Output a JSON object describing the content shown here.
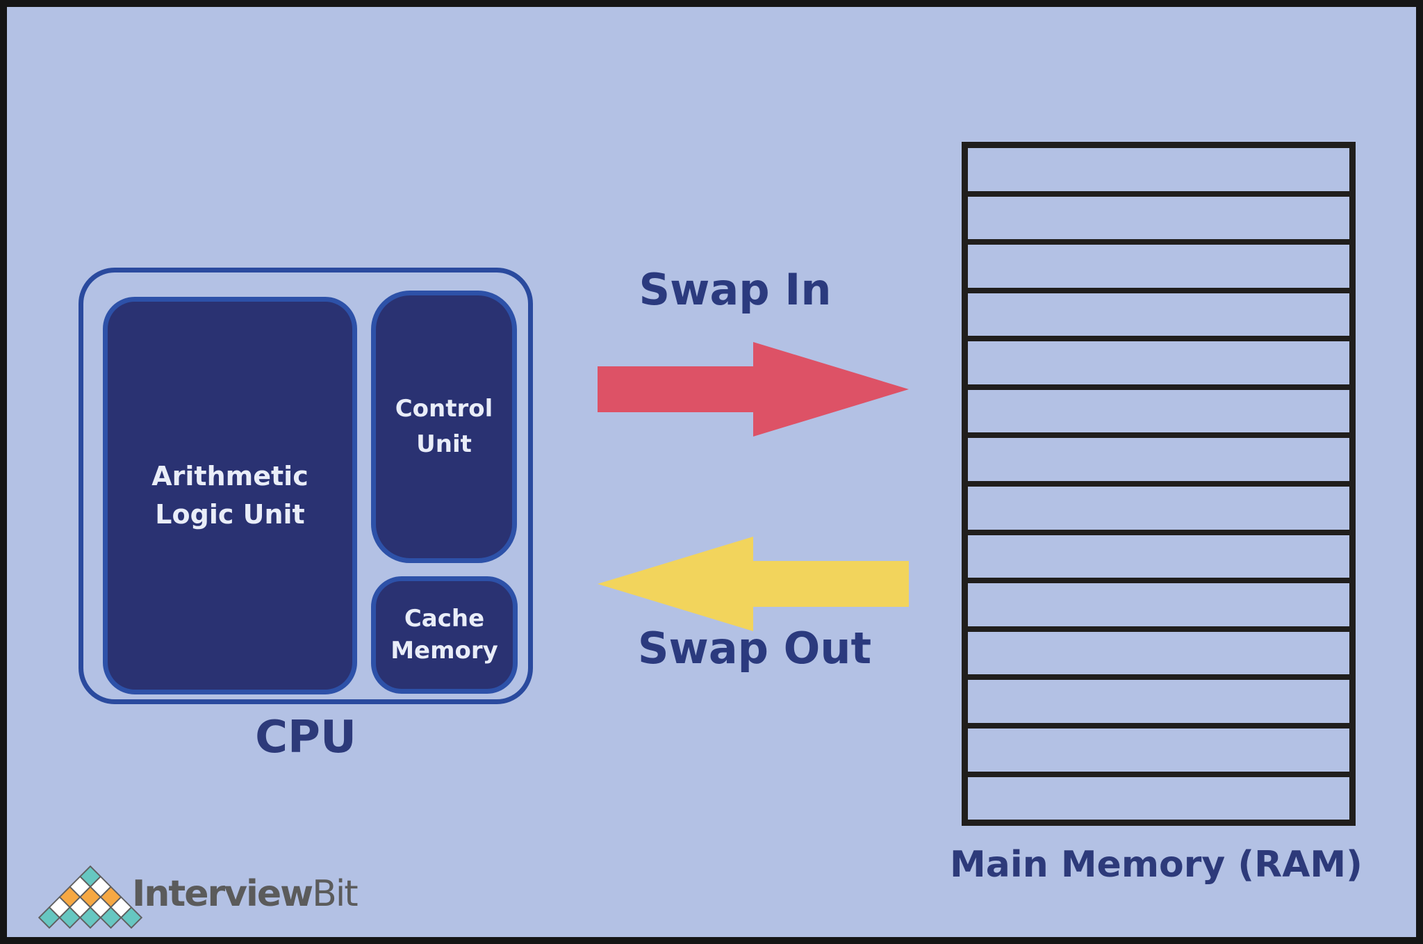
{
  "cpu": {
    "label": "CPU",
    "alu_label": "Arithmetic Logic Unit",
    "control_label": "Control Unit",
    "cache_label": "Cache Memory"
  },
  "arrows": {
    "swap_in": {
      "label": "Swap In",
      "color": "#dd5266"
    },
    "swap_out": {
      "label": "Swap Out",
      "color": "#f2d45c"
    }
  },
  "memory": {
    "label": "Main Memory (RAM)",
    "row_count": 14
  },
  "branding": {
    "name_bold": "Interview",
    "name_light": "Bit",
    "logo_pattern": [
      [
        "teal"
      ],
      [
        "white",
        "white"
      ],
      [
        "orange",
        "orange",
        "orange"
      ],
      [
        "white",
        "white",
        "white",
        "white"
      ],
      [
        "teal",
        "teal",
        "teal",
        "teal",
        "teal"
      ]
    ],
    "logo_colors": {
      "teal": "#66c7c1",
      "white": "#ffffff",
      "orange": "#f6a843"
    }
  },
  "colors": {
    "background": "#b3c1e4",
    "frame": "#151515",
    "cpu_fill": "#2a3272",
    "cpu_outer_border": "#2a4a9e",
    "cpu_inner_border": "#2d51a8",
    "text_light": "#e9edf8",
    "text_navy": "#2d3a7a",
    "table_line": "#201e1c",
    "logo_gray": "#5b5b5b"
  }
}
